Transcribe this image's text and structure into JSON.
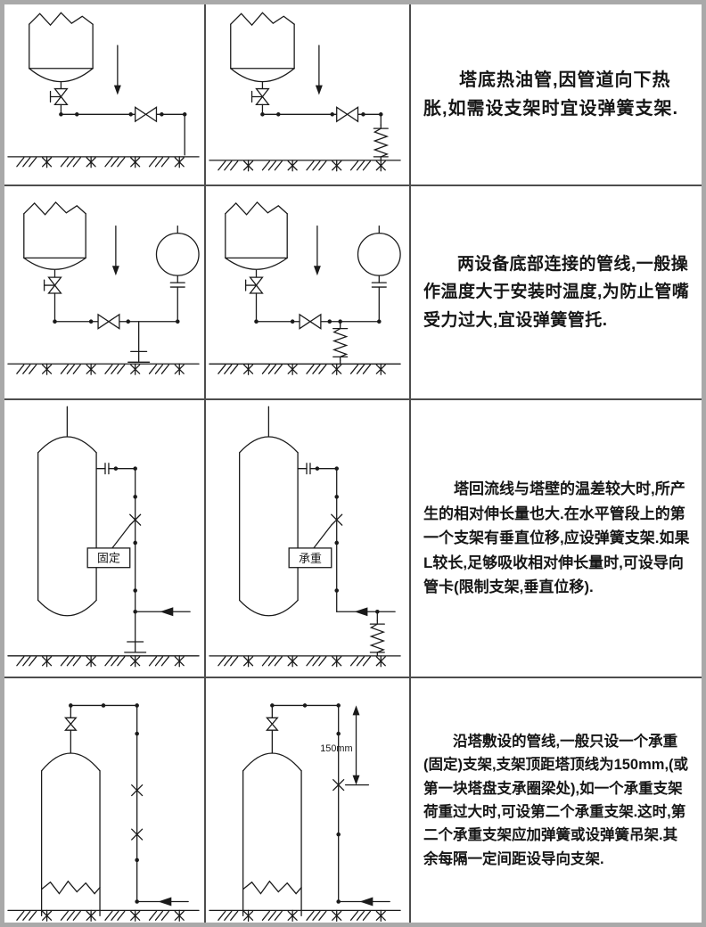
{
  "doc": {
    "rows": [
      {
        "note": "塔底热油管,因管道向下热胀,如需设支架时宜设弹簧支架."
      },
      {
        "note": "两设备底部连接的管线,一般操作温度大于安装时温度,为防止管嘴受力过大,宜设弹簧管托."
      },
      {
        "note": "塔回流线与塔壁的温差较大时,所产生的相对伸长量也大.在水平管段上的第一个支架有垂直位移,应设弹簧支架.如果L较长,足够吸收相对伸长量时,可设导向管卡(限制支架,垂直位移).",
        "fixed_label": "固定",
        "bearing_label": "承重"
      },
      {
        "note": "沿塔敷设的管线,一般只设一个承重(固定)支架,支架顶距塔顶线为150mm,(或第一块塔盘支承圈梁处),如一个承重支架荷重过大时,可设第二个承重支架.这时,第二个承重支架应加弹簧或设弹簧吊架.其余每隔一定间距设导向支架.",
        "dim_label": "150mm"
      }
    ]
  }
}
